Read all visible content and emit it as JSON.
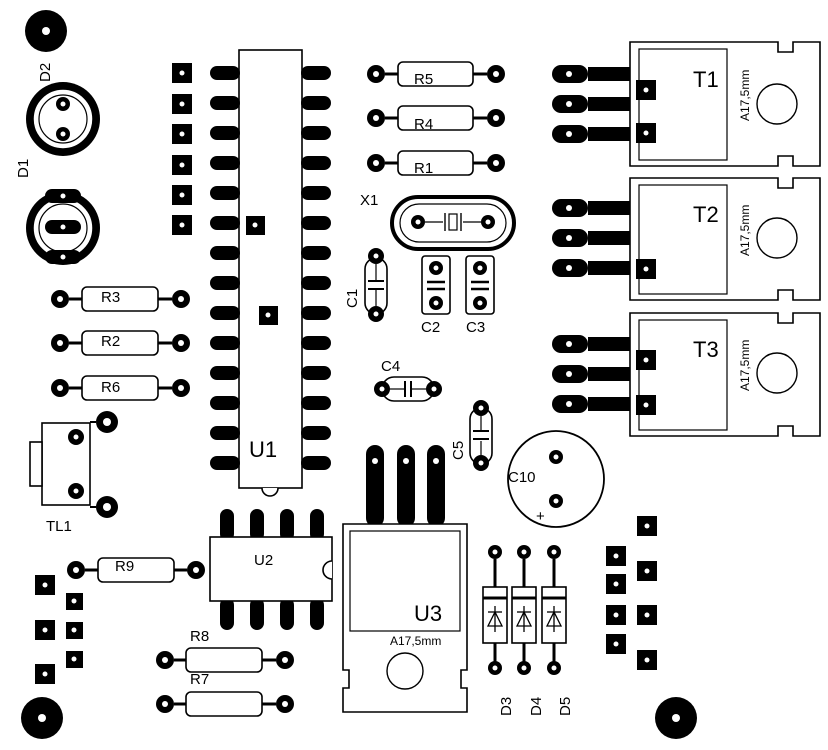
{
  "diagram": {
    "components": {
      "D1": "D1",
      "D2": "D2",
      "R1": "R1",
      "R2": "R2",
      "R3": "R3",
      "R4": "R4",
      "R5": "R5",
      "R6": "R6",
      "R7": "R7",
      "R8": "R8",
      "R9": "R9",
      "U1": "U1",
      "U2": "U2",
      "U3": "U3",
      "T1": "T1",
      "T2": "T2",
      "T3": "T3",
      "X1": "X1",
      "C1": "C1",
      "C2": "C2",
      "C3": "C3",
      "C4": "C4",
      "C5": "C5",
      "C10": "C10",
      "C10_polarity": "+",
      "D3": "D3",
      "D4": "D4",
      "D5": "D5",
      "TL1": "TL1"
    },
    "package_code": "A17,5mm"
  }
}
